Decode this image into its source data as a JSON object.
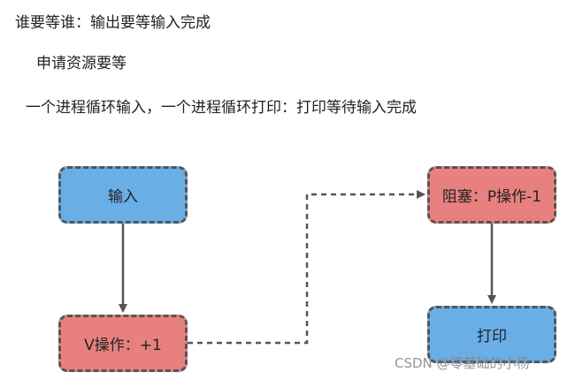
{
  "text": {
    "line1": "谁要等谁：输出要等输入完成",
    "line2": "申请资源要等",
    "line3": "一个进程循环输入，一个进程循环打印：打印等待输入完成"
  },
  "diagram": {
    "boxes": {
      "input": "输入",
      "v_op": "V操作：+1",
      "block": "阻塞：P操作-1",
      "print": "打印"
    }
  },
  "watermark": "CSDN @零基础的小杨",
  "colors": {
    "blue_box": "#6aaee6",
    "red_box": "#e88080",
    "border": "#555555"
  }
}
